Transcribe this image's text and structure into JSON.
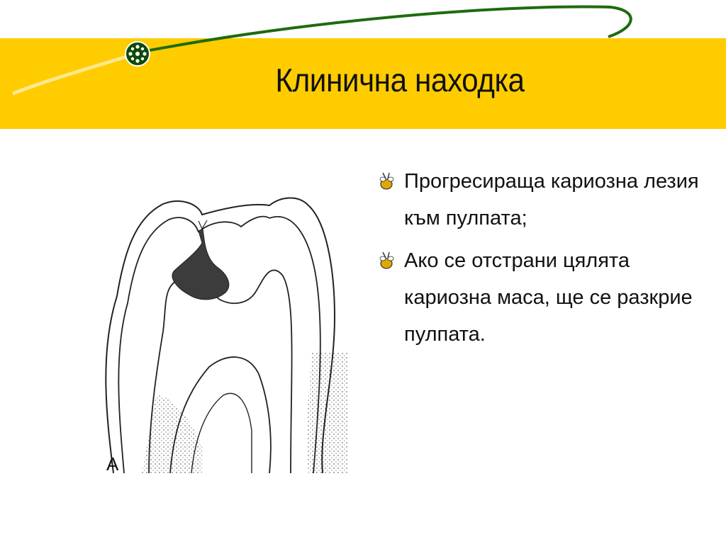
{
  "slide": {
    "title": "Клинична находка",
    "figure_label": "A",
    "bullets": [
      {
        "text": "Прогресираща кариозна лезия към пулпата;",
        "icon": "bee-bullet-icon"
      },
      {
        "text": "Ако се отстрани цялята кариозна маса, ще се разкрие пулпата.",
        "icon": "bee-bullet-icon"
      }
    ]
  },
  "colors": {
    "banner": "#FFCC00",
    "swoosh": "#1F6B0E",
    "ornament": "#0E4A0A",
    "lesion": "#3C3C3C"
  }
}
